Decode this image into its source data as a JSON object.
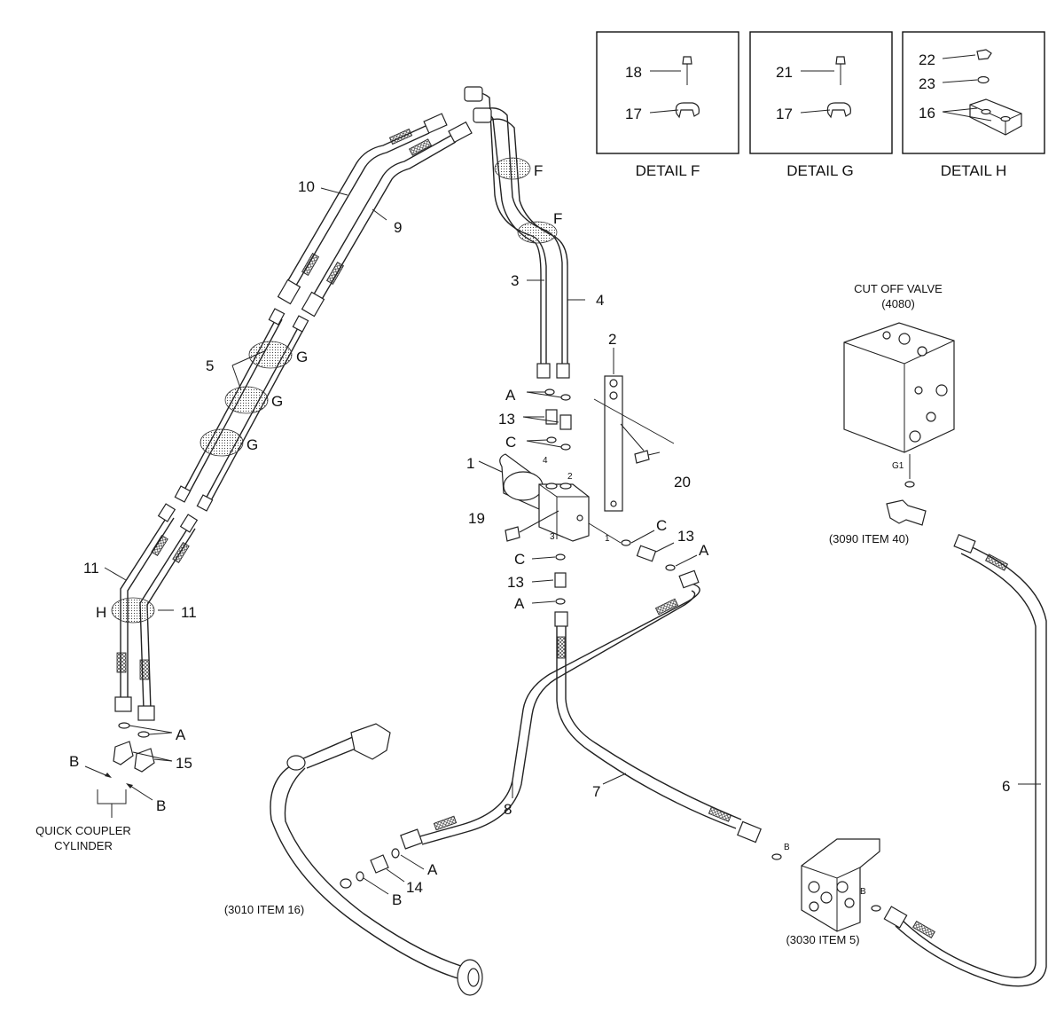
{
  "details": [
    {
      "title": "DETAIL F",
      "callouts": [
        "18",
        "17"
      ]
    },
    {
      "title": "DETAIL G",
      "callouts": [
        "21",
        "17"
      ]
    },
    {
      "title": "DETAIL H",
      "callouts": [
        "22",
        "23",
        "16"
      ]
    }
  ],
  "components": {
    "cut_off_valve": "CUT OFF VALVE",
    "cut_off_valve_ref": "(4080)",
    "g1_port": "G1",
    "ref_3090": "(3090 ITEM 40)",
    "ref_3010": "(3010 ITEM 16)",
    "ref_3030": "(3030 ITEM 5)",
    "quick_coupler_line1": "QUICK COUPLER",
    "quick_coupler_line2": "CYLINDER"
  },
  "callouts": {
    "n1": "1",
    "n2": "2",
    "n3": "3",
    "n4": "4",
    "n5": "5",
    "n6": "6",
    "n7": "7",
    "n8": "8",
    "n9": "9",
    "n10": "10",
    "n11a": "11",
    "n11b": "11",
    "n13a": "13",
    "n13b": "13",
    "n13c": "13",
    "n14": "14",
    "n15": "15",
    "n19": "19",
    "n20": "20",
    "aA1": "A",
    "aA2": "A",
    "aA3": "A",
    "aA4": "A",
    "aA5": "A",
    "aB1": "B",
    "aB2": "B",
    "aB3": "B",
    "aB4": "B",
    "aB5": "B",
    "aC1": "C",
    "aC2": "C",
    "aC3": "C",
    "aF1": "F",
    "aF2": "F",
    "aG1": "G",
    "aG2": "G",
    "aG3": "G",
    "aH": "H",
    "p1": "1",
    "p2": "2",
    "p3": "3",
    "p4": "4"
  }
}
